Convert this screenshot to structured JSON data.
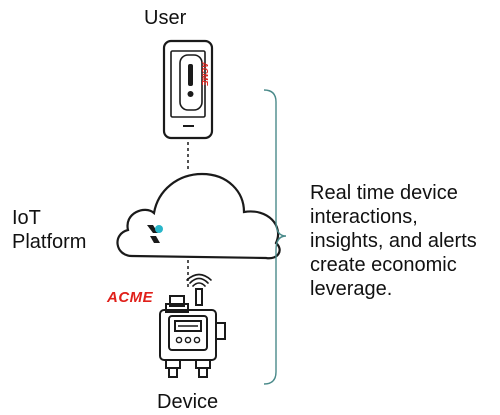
{
  "diagram": {
    "user_label": "User",
    "platform_label": "IoT\nPlatform",
    "device_label": "Device",
    "brand_text": "ACME",
    "phone_brand_text": "ACME",
    "caption": "Real time device\ninteractions,\ninsights, and alerts\ncreate economic\nleverage."
  },
  "colors": {
    "line": "#1a1a1a",
    "brace": "#4a8a8a",
    "brand": "#e0201a",
    "accent_teal": "#29b6c9"
  }
}
